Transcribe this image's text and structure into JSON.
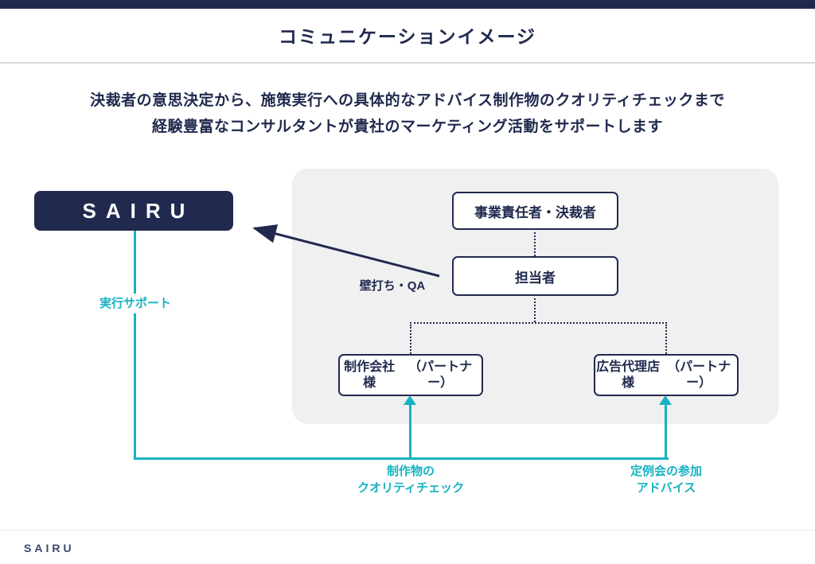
{
  "header": {
    "title": "コミュニケーションイメージ",
    "subtitle_line1": "決裁者の意思決定から、施策実行への具体的なアドバイス制作物のクオリティチェックまで",
    "subtitle_line2": "経験豊富なコンサルタントが貴社のマーケティング活動をサポートします"
  },
  "diagram": {
    "sairu_label": "SAIRU",
    "nodes": {
      "decision_maker": "事業責任者・決裁者",
      "person_in_charge": "担当者",
      "production_company_line1": "制作会社様",
      "production_company_line2": "（パートナー）",
      "ad_agency_line1": "広告代理店様",
      "ad_agency_line2": "（パートナー）"
    },
    "edge_labels": {
      "qa": "壁打ち・QA",
      "execution_support": "実行サポート",
      "quality_check_line1": "制作物の",
      "quality_check_line2": "クオリティチェック",
      "meeting_line1": "定例会の参加",
      "meeting_line2": "アドバイス"
    }
  },
  "footer": {
    "logo": "SAIRU"
  },
  "colors": {
    "navy": "#212a4e",
    "teal": "#16b2c1",
    "panel_gray": "#f0f0f1"
  }
}
